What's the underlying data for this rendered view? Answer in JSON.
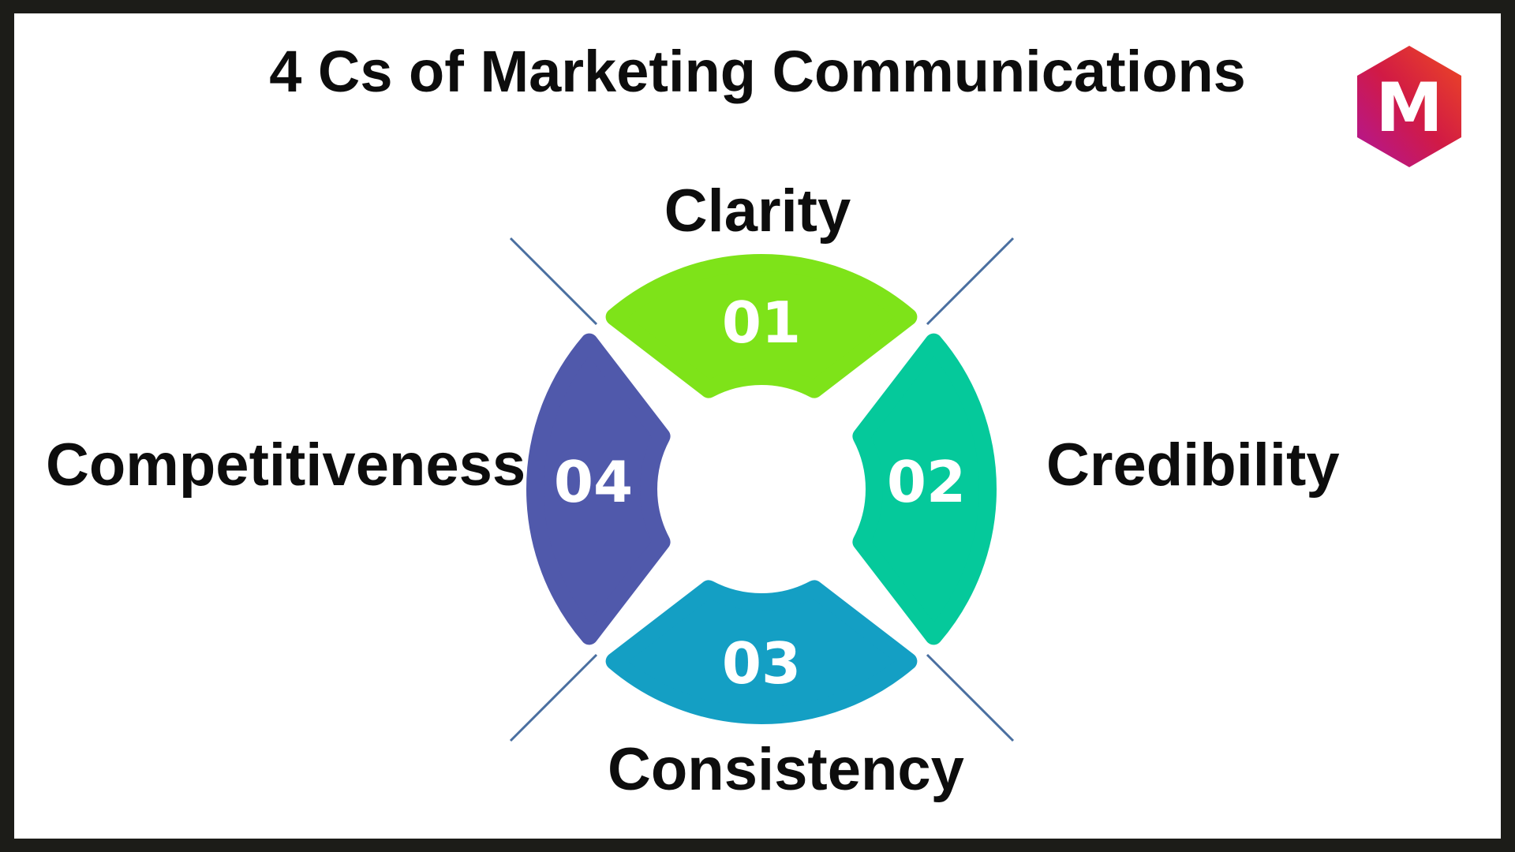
{
  "title": "4 Cs of Marketing Communications",
  "logo": {
    "letter": "M",
    "icon": "hexagon-logo-icon",
    "colors": [
      "#c8174b",
      "#e83e2c",
      "#b0169a"
    ]
  },
  "segments": [
    {
      "number": "01",
      "label": "Clarity",
      "color": "#7ee319"
    },
    {
      "number": "02",
      "label": "Credibility",
      "color": "#05c99b"
    },
    {
      "number": "03",
      "label": "Consistency",
      "color": "#149fc4"
    },
    {
      "number": "04",
      "label": "Competitiveness",
      "color": "#5059ab"
    }
  ],
  "connector_color": "#4a6fa0"
}
